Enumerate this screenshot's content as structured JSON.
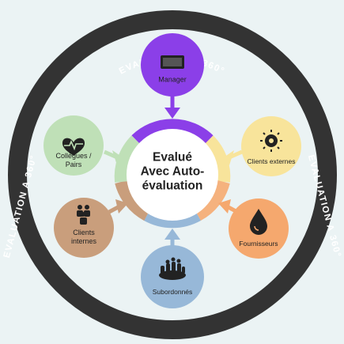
{
  "ring": {
    "top_label": "EVALUATION A 360°",
    "left_label": "EVALUATION A 360°",
    "right_label": "EVALUATION A 360°"
  },
  "center": {
    "line1": "Evalué",
    "line2": "Avec Auto-",
    "line3": "évaluation"
  },
  "nodes": {
    "manager": {
      "label": "Manager",
      "color": "#8b3fe8",
      "icon": "monitor-icon"
    },
    "clients_externes": {
      "label": "Clients externes",
      "color": "#f8e49b",
      "icon": "sun-icon"
    },
    "fournisseurs": {
      "label": "Fournisseurs",
      "color": "#f5a86e",
      "icon": "drop-icon"
    },
    "subordonnes": {
      "label": "Subordonnés",
      "color": "#97b8d8",
      "icon": "team-icon"
    },
    "clients_internes": {
      "label_line1": "Clients",
      "label_line2": "internes",
      "color": "#c99e7c",
      "icon": "people-icon"
    },
    "collegues": {
      "label_line1": "Collègues /",
      "label_line2": "Pairs",
      "color": "#bfe0b7",
      "icon": "heart-icon"
    }
  },
  "colors": {
    "background": "#ebf3f4",
    "ring": "#333333",
    "inner_circle": "#ffffff"
  }
}
